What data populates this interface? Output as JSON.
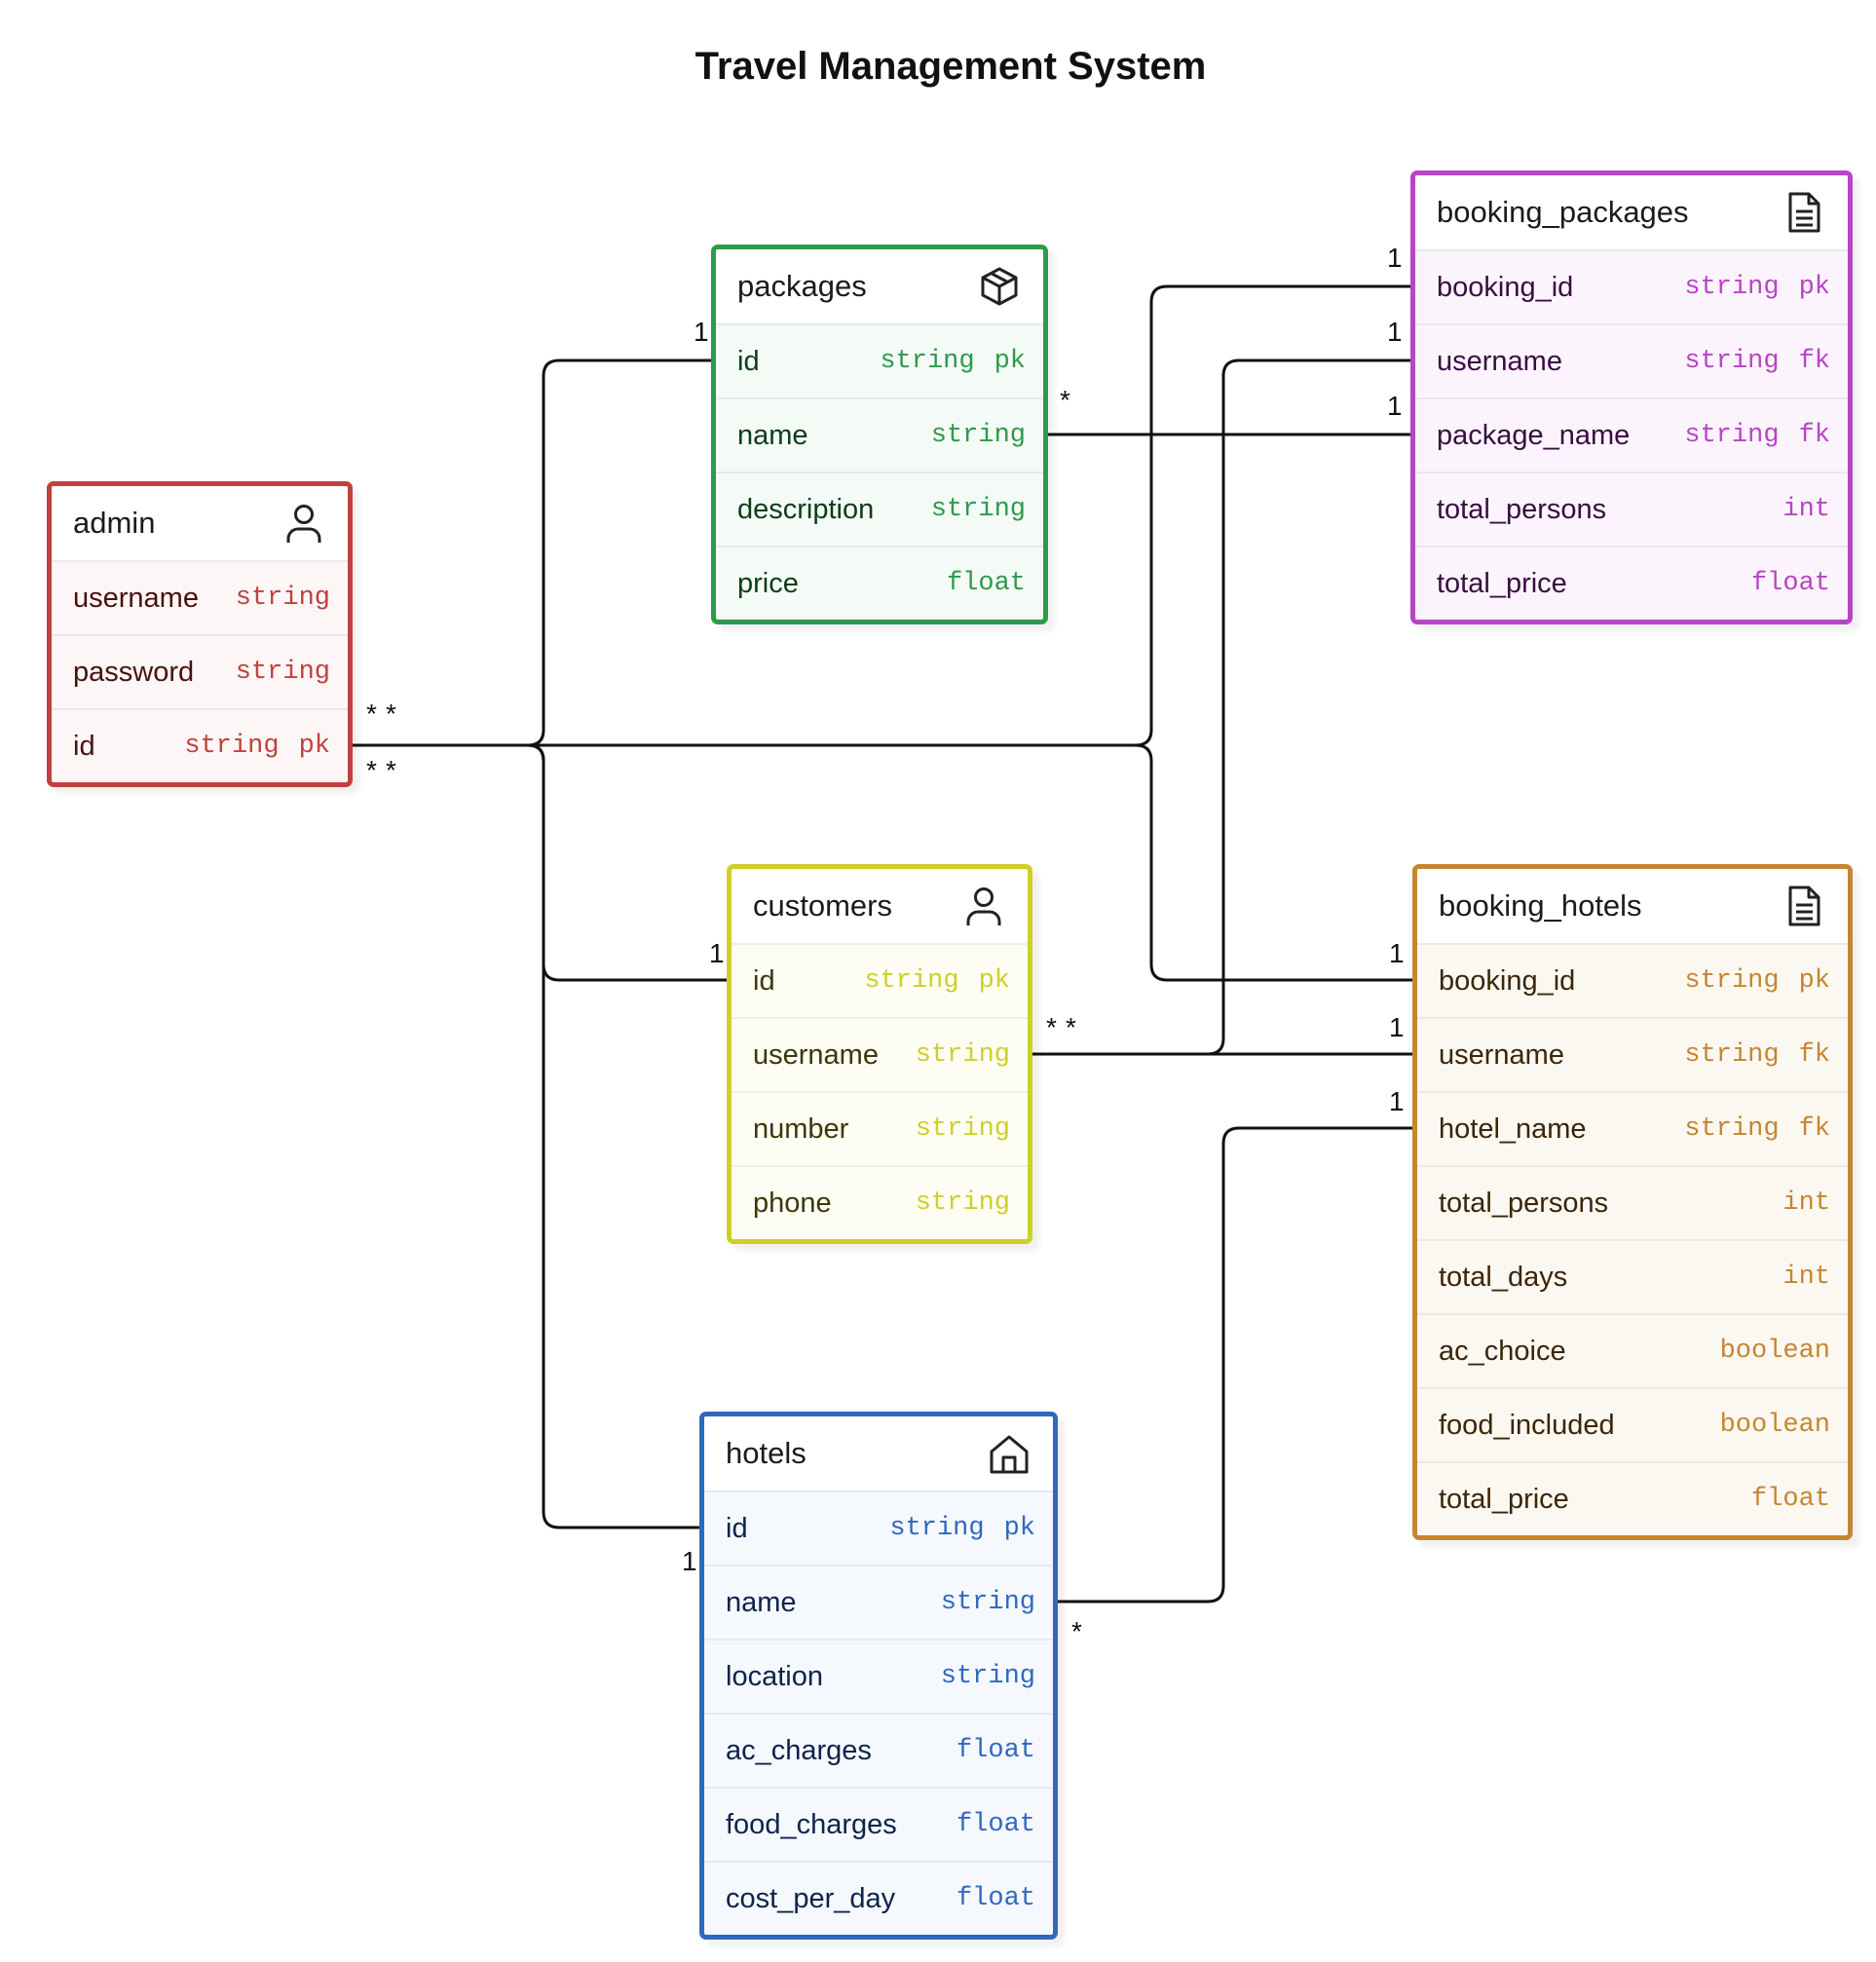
{
  "title": "Travel Management System",
  "colors": {
    "admin": "#c0413d",
    "packages": "#2e9a4a",
    "booking_packages": "#b844c6",
    "customers": "#cfcf2a",
    "booking_hotels": "#c5862f",
    "hotels": "#2f69bf",
    "line": "#111111"
  },
  "entities": {
    "admin": {
      "name": "admin",
      "icon": "user-icon",
      "fields": [
        {
          "name": "username",
          "type": "string",
          "key": ""
        },
        {
          "name": "password",
          "type": "string",
          "key": ""
        },
        {
          "name": "id",
          "type": "string",
          "key": "pk"
        }
      ]
    },
    "packages": {
      "name": "packages",
      "icon": "package-box-icon",
      "fields": [
        {
          "name": "id",
          "type": "string",
          "key": "pk"
        },
        {
          "name": "name",
          "type": "string",
          "key": ""
        },
        {
          "name": "description",
          "type": "string",
          "key": ""
        },
        {
          "name": "price",
          "type": "float",
          "key": ""
        }
      ]
    },
    "booking_packages": {
      "name": "booking_packages",
      "icon": "document-icon",
      "fields": [
        {
          "name": "booking_id",
          "type": "string",
          "key": "pk"
        },
        {
          "name": "username",
          "type": "string",
          "key": "fk"
        },
        {
          "name": "package_name",
          "type": "string",
          "key": "fk"
        },
        {
          "name": "total_persons",
          "type": "int",
          "key": ""
        },
        {
          "name": "total_price",
          "type": "float",
          "key": ""
        }
      ]
    },
    "customers": {
      "name": "customers",
      "icon": "user-icon",
      "fields": [
        {
          "name": "id",
          "type": "string",
          "key": "pk"
        },
        {
          "name": "username",
          "type": "string",
          "key": ""
        },
        {
          "name": "number",
          "type": "string",
          "key": ""
        },
        {
          "name": "phone",
          "type": "string",
          "key": ""
        }
      ]
    },
    "booking_hotels": {
      "name": "booking_hotels",
      "icon": "document-icon",
      "fields": [
        {
          "name": "booking_id",
          "type": "string",
          "key": "pk"
        },
        {
          "name": "username",
          "type": "string",
          "key": "fk"
        },
        {
          "name": "hotel_name",
          "type": "string",
          "key": "fk"
        },
        {
          "name": "total_persons",
          "type": "int",
          "key": ""
        },
        {
          "name": "total_days",
          "type": "int",
          "key": ""
        },
        {
          "name": "ac_choice",
          "type": "boolean",
          "key": ""
        },
        {
          "name": "food_included",
          "type": "boolean",
          "key": ""
        },
        {
          "name": "total_price",
          "type": "float",
          "key": ""
        }
      ]
    },
    "hotels": {
      "name": "hotels",
      "icon": "home-icon",
      "fields": [
        {
          "name": "id",
          "type": "string",
          "key": "pk"
        },
        {
          "name": "name",
          "type": "string",
          "key": ""
        },
        {
          "name": "location",
          "type": "string",
          "key": ""
        },
        {
          "name": "ac_charges",
          "type": "float",
          "key": ""
        },
        {
          "name": "food_charges",
          "type": "float",
          "key": ""
        },
        {
          "name": "cost_per_day",
          "type": "float",
          "key": ""
        }
      ]
    }
  },
  "relationships": [
    {
      "from": "admin.id",
      "to": "packages.id",
      "from_card": "*",
      "to_card": "1"
    },
    {
      "from": "admin.id",
      "to": "booking_packages.booking_id",
      "from_card": "*",
      "to_card": "1"
    },
    {
      "from": "admin.id",
      "to": "customers.id",
      "from_card": "*",
      "to_card": "1"
    },
    {
      "from": "admin.id",
      "to": "booking_hotels.booking_id",
      "from_card": "*",
      "to_card": "1"
    },
    {
      "from": "admin.id",
      "to": "hotels.id",
      "from_card": "*",
      "to_card": "1"
    },
    {
      "from": "packages.name",
      "to": "booking_packages.package_name",
      "from_card": "*",
      "to_card": "1"
    },
    {
      "from": "customers.username",
      "to": "booking_packages.username",
      "from_card": "*",
      "to_card": "1"
    },
    {
      "from": "customers.username",
      "to": "booking_hotels.username",
      "from_card": "*",
      "to_card": "1"
    },
    {
      "from": "hotels.name",
      "to": "booking_hotels.hotel_name",
      "from_card": "*",
      "to_card": "1"
    }
  ]
}
